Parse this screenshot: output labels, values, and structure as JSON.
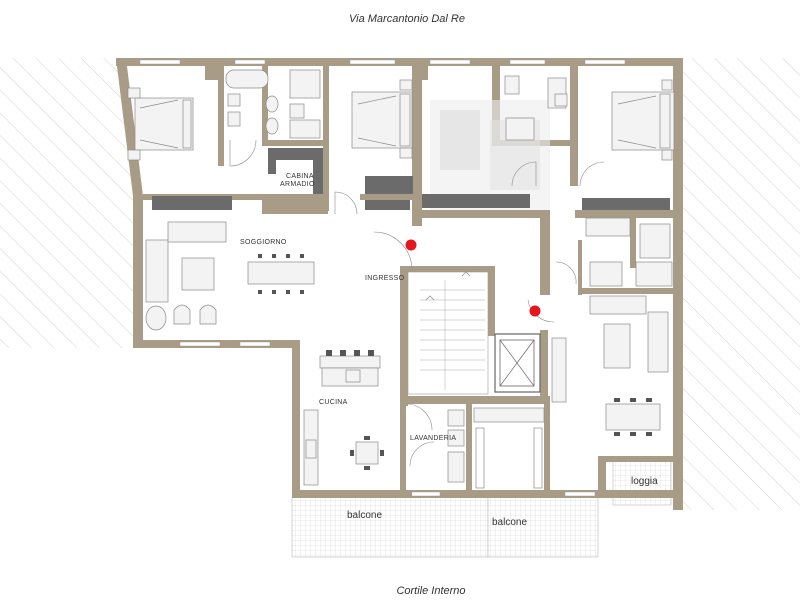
{
  "header": {
    "street_name": "Via Marcantonio Dal Re"
  },
  "footer": {
    "courtyard_name": "Cortile Interno"
  },
  "rooms": {
    "cabina_armadio_line1": "CABINA",
    "cabina_armadio_line2": "ARMADIO",
    "soggiorno": "SOGGIORNO",
    "ingresso": "INGRESSO",
    "cucina": "CUCINA",
    "lavanderia": "LAVANDERIA",
    "balcone_left": "balcone",
    "balcone_right": "balcone",
    "loggia": "loggia"
  },
  "colors": {
    "walls": "#a99c87",
    "entrance_markers": "#e8141b",
    "hatching": "#c8c8c8"
  }
}
